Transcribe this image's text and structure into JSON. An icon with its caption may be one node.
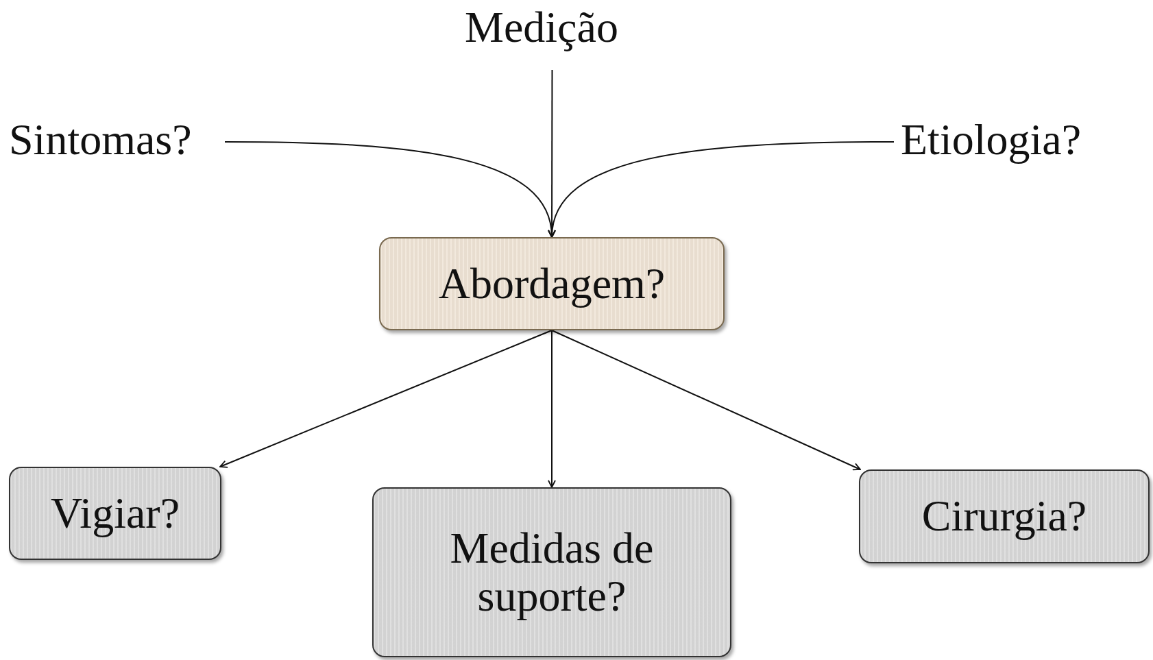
{
  "diagram": {
    "nodes": [
      {
        "text": [
          "Medição"
        ]
      },
      {
        "text": [
          "Sintomas?"
        ]
      },
      {
        "text": [
          "Etiologia?"
        ]
      },
      {
        "text": [
          "Abordagem?"
        ]
      },
      {
        "text": [
          "Vigiar?"
        ]
      },
      {
        "text": [
          "Medidas de suporte?"
        ]
      },
      {
        "text": [
          "Cirurgia?"
        ]
      }
    ],
    "edges": [
      {
        "from": 0,
        "to": 3,
        "arrow": "to"
      },
      {
        "from": 1,
        "to": 3,
        "arrow": "to"
      },
      {
        "from": 2,
        "to": 3,
        "arrow": "to"
      },
      {
        "from": 3,
        "to": 4,
        "arrow": "to"
      },
      {
        "from": 3,
        "to": 5,
        "arrow": "to"
      },
      {
        "from": 3,
        "to": 6,
        "arrow": "to"
      }
    ]
  }
}
